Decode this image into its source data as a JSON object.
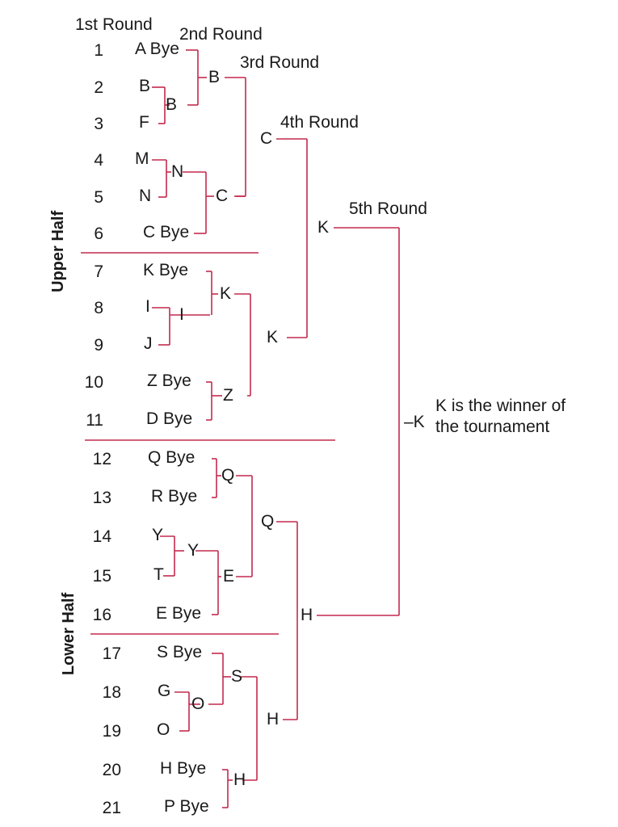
{
  "rounds": {
    "r1": "1st Round",
    "r2": "2nd Round",
    "r3": "3rd Round",
    "r4": "4th Round",
    "r5": "5th Round"
  },
  "halves": {
    "upper": "Upper Half",
    "lower": "Lower Half"
  },
  "entries": [
    {
      "num": "1",
      "label": "A Bye"
    },
    {
      "num": "2",
      "label": "B"
    },
    {
      "num": "3",
      "label": "F"
    },
    {
      "num": "4",
      "label": "M"
    },
    {
      "num": "5",
      "label": "N"
    },
    {
      "num": "6",
      "label": "C Bye"
    },
    {
      "num": "7",
      "label": "K Bye"
    },
    {
      "num": "8",
      "label": "I"
    },
    {
      "num": "9",
      "label": "J"
    },
    {
      "num": "10",
      "label": "Z Bye"
    },
    {
      "num": "11",
      "label": "D Bye"
    },
    {
      "num": "12",
      "label": "Q Bye"
    },
    {
      "num": "13",
      "label": "R Bye"
    },
    {
      "num": "14",
      "label": "Y"
    },
    {
      "num": "15",
      "label": "T"
    },
    {
      "num": "16",
      "label": "E Bye"
    },
    {
      "num": "17",
      "label": "S Bye"
    },
    {
      "num": "18",
      "label": "G"
    },
    {
      "num": "19",
      "label": "O"
    },
    {
      "num": "20",
      "label": "H Bye"
    },
    {
      "num": "21",
      "label": "P Bye"
    }
  ],
  "winners": {
    "r1": [
      "B",
      "N",
      "I",
      "Y",
      "O"
    ],
    "r2": [
      "B",
      "C",
      "K",
      "Z",
      "Q",
      "E",
      "S",
      "H"
    ],
    "r3": [
      "C",
      "K",
      "Q",
      "H"
    ],
    "r4": [
      "K",
      "H"
    ],
    "final": "–K"
  },
  "note": "K is the winner of\nthe tournament",
  "colors": {
    "line": "#c42a4e",
    "text": "#1a1a1a"
  }
}
